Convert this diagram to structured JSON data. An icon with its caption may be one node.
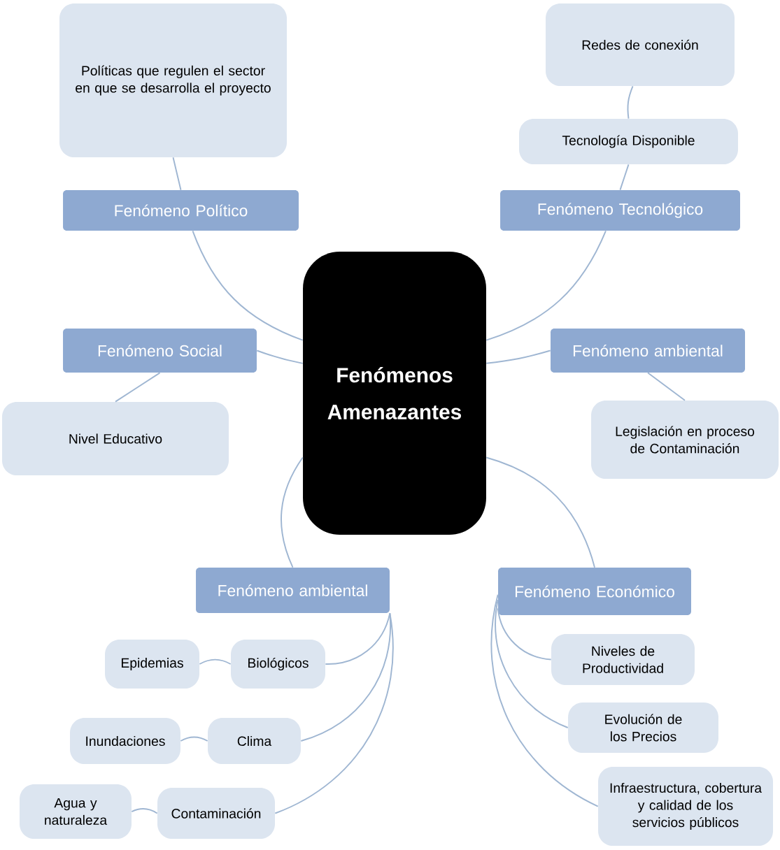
{
  "diagram": {
    "nodes": [
      {
        "text": [
          "Fenómenos Amenazantes"
        ]
      },
      {
        "text": [
          "Políticas que regulen el sector en que se desarrolla el proyecto"
        ]
      },
      {
        "text": [
          "Fenómeno Político"
        ]
      },
      {
        "text": [
          "Redes de conexión"
        ]
      },
      {
        "text": [
          "Tecnología Disponible"
        ]
      },
      {
        "text": [
          "Fenómeno Tecnológico"
        ]
      },
      {
        "text": [
          "Fenómeno Social"
        ]
      },
      {
        "text": [
          "Nivel Educativo"
        ]
      },
      {
        "text": [
          "Fenómeno ambiental"
        ]
      },
      {
        "text": [
          "Legislación en proceso de Contaminación"
        ]
      },
      {
        "text": [
          "Fenómeno ambiental"
        ]
      },
      {
        "text": [
          "Epidemias"
        ]
      },
      {
        "text": [
          "Biológicos"
        ]
      },
      {
        "text": [
          "Inundaciones"
        ]
      },
      {
        "text": [
          "Clima"
        ]
      },
      {
        "text": [
          "Agua y naturaleza"
        ]
      },
      {
        "text": [
          "Contaminación"
        ]
      },
      {
        "text": [
          "Fenómeno Económico"
        ]
      },
      {
        "text": [
          "Niveles de Productividad"
        ]
      },
      {
        "text": [
          "Evolución de los Precios"
        ]
      },
      {
        "text": [
          "Infraestructura, cobertura y calidad de los servicios públicos"
        ]
      }
    ],
    "edges": [
      {
        "from": 0,
        "to": 2,
        "arrow": "none"
      },
      {
        "from": 2,
        "to": 1,
        "arrow": "none"
      },
      {
        "from": 0,
        "to": 5,
        "arrow": "none"
      },
      {
        "from": 5,
        "to": 4,
        "arrow": "none"
      },
      {
        "from": 4,
        "to": 3,
        "arrow": "none"
      },
      {
        "from": 0,
        "to": 6,
        "arrow": "none"
      },
      {
        "from": 6,
        "to": 7,
        "arrow": "none"
      },
      {
        "from": 0,
        "to": 8,
        "arrow": "none"
      },
      {
        "from": 8,
        "to": 9,
        "arrow": "none"
      },
      {
        "from": 0,
        "to": 10,
        "arrow": "none"
      },
      {
        "from": 10,
        "to": 12,
        "arrow": "none"
      },
      {
        "from": 12,
        "to": 11,
        "arrow": "none"
      },
      {
        "from": 10,
        "to": 14,
        "arrow": "none"
      },
      {
        "from": 14,
        "to": 13,
        "arrow": "none"
      },
      {
        "from": 10,
        "to": 16,
        "arrow": "none"
      },
      {
        "from": 16,
        "to": 15,
        "arrow": "none"
      },
      {
        "from": 0,
        "to": 17,
        "arrow": "none"
      },
      {
        "from": 17,
        "to": 18,
        "arrow": "none"
      },
      {
        "from": 17,
        "to": 19,
        "arrow": "none"
      },
      {
        "from": 17,
        "to": 20,
        "arrow": "none"
      }
    ]
  }
}
